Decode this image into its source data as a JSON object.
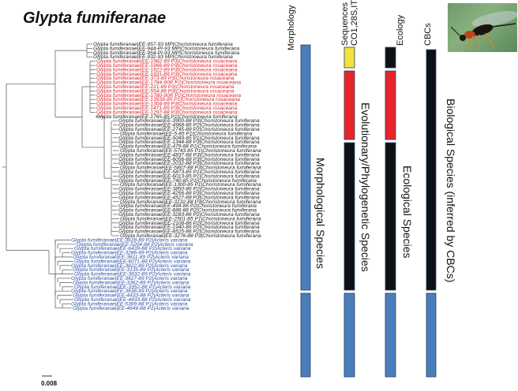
{
  "title": "Glypta fumiferanae",
  "scale_bar_label": "0.008",
  "columns": [
    {
      "key": "morphology",
      "header": "Morphology",
      "header_lines": [
        "Morphology"
      ]
    },
    {
      "key": "sequences",
      "header": "Sequences CO1,28S,ITS2",
      "header_lines": [
        "Sequences",
        "CO1,28S,ITS2"
      ]
    },
    {
      "key": "ecology",
      "header": "Ecology",
      "header_lines": [
        "Ecology"
      ]
    },
    {
      "key": "cbcs",
      "header": "CBCs",
      "header_lines": [
        "CBCs"
      ]
    }
  ],
  "column_labels": {
    "morphology": "Morphological Species",
    "sequences": "Evolutionary/Phylogenetic Species",
    "ecology": "Ecological Species",
    "cbcs": "Biological Species (inferred by CBCs)"
  },
  "colors": {
    "black_label": "#222222",
    "red_label": "#d8232a",
    "blue_label": "#2b4fa0",
    "bar_blue": "#4a7ebb",
    "bar_yellow": "#f2e23c",
    "bar_red": "#e8242a",
    "bar_black": "#0d1116",
    "bar_outline": "#2b3f60"
  },
  "photo": {
    "subject": "wasp-photo"
  },
  "tree": {
    "groups": [
      {
        "name": "fumiferana-top",
        "color": "black",
        "labels": [
          "Glypta fumiferanae|EE-957-93 MP|Choristoneura fumiferana",
          "Glypta fumiferanae|EE-944-PI-93 MP|Choristoneura fumiferana",
          "Glypta fumiferanae|EE-954-PI-93 MP|Choristoneura fumiferana",
          "Glypta fumiferanae|EE-932-93 MP|Choristoneura fumiferana"
        ]
      },
      {
        "name": "rosaceana",
        "color": "red",
        "labels": [
          "Glypta fumiferanae|EE-1982-89 P3|Choristoneura rosaceana",
          "Glypta fumiferanae|EE-1966-89 P3|Choristoneura rosaceana",
          "Glypta fumiferanae|EE-1922-89 P3|Choristoneura rosaceana",
          "Glypta fumiferanae|EE-1931-89 P3|Choristoneura rosaceana",
          "Glypta fumiferanae|EE-373-89 P3|Choristoneura rosaceana",
          "Glypta fumiferanae|EE-1784-90R P2|Choristoneura rosaceana",
          "Glypta fumiferanae|EE-221-89 P3|Choristoneura rosaceana",
          "Glypta fumiferanae|EE-554-88 P3|Choristoneura rosaceana",
          "Glypta fumiferanae|EE-1780-90R P2|Choristoneura rosaceana",
          "Glypta fumiferanae|EE-13938-85 P1|Choristoneura rosaceana",
          "Glypta fumiferanae|EE-1304-89 P3|Choristoneura rosaceana",
          "Glypta fumiferanae|EE-1471-89 P3|Choristoneura rosaceana",
          "Glypta fumiferanae|EE-1297-88 P3|Choristoneura rosaceana"
        ]
      },
      {
        "name": "fumiferana-main",
        "color": "black",
        "labels": [
          "Glypta fumiferanae|EE-1765-85 P1|Choristoneura fumiferana",
          "Glypta fumiferanae|EE-3900-88 P3|Choristoneura fumiferana",
          "Glypta fumiferanae|EE-4968-86 P2|Choristoneura fumiferana",
          "Glypta fumiferanae|EE-2745-88 P2|Choristoneura fumiferana",
          "Glypta fumiferanae|EE-5-85 P1|Choristoneura fumiferana",
          "Glypta fumiferanae|EE-5049-85 P1|Choristoneura fumiferana",
          "Glypta fumiferanae|EE-1344-88 P3|Choristoneura fumiferana",
          "Glypta fumiferanae|EE-479-88 P1|Choristoneura fumiferana",
          "Glypta fumiferanae|EE-5743-85 P1|Choristoneura fumiferana",
          "Glypta fumiferanae|EE-4837-88 P3|Choristoneura fumiferana",
          "Glypta fumiferanae|EE-6056-88 P3|Choristoneura fumiferana",
          "Glypta fumiferanae|EE-2032-88 P3|Choristoneura fumiferana",
          "Glypta fumiferanae|EE-5807-88 P3|Choristoneura fumiferana",
          "Glypta fumiferanae|EE-5873-85 P1|Choristoneura fumiferana",
          "Glypta fumiferanae|EE-6013-85 P1|Choristoneura fumiferana",
          "Glypta fumiferanae|EE-740-85 P1|Choristoneura fumiferana",
          "Glypta fumiferanae|EE-1300-85 P1|Choristoneura fumiferana",
          "Glypta fumiferanae|EE-3850-86 P2|Choristoneura fumiferana",
          "Glypta fumiferanae|EE-4256-88 P3|Choristoneura fumiferana",
          "Glypta fumiferanae|EE-4527-88 P3|Choristoneura fumiferana",
          "Glypta fumiferanae|EE-3132-88 P3|Choristoneura fumiferana",
          "Glypta fumiferanae|EE-494-86 P2|Choristoneura fumiferana",
          "Glypta fumiferanae|EE-886-86 P2|Choristoneura fumiferana",
          "Glypta fumiferanae|EE-3283-86 P2|Choristoneura fumiferana",
          "Glypta fumiferanae|EE-2501-85 P1|Choristoneura fumiferana",
          "Glypta fumiferanae|EE-2108-86 P2|Choristoneura fumiferana",
          "Glypta fumiferanae|EE-1940-86 P2|Choristoneura fumiferana",
          "Glypta fumiferanae|EE-8525-86 P2|Choristoneura fumiferana",
          "Glypta fumiferanae|EE-3276-88 P3|Choristoneura fumiferana"
        ]
      },
      {
        "name": "variana",
        "color": "blue",
        "labels": [
          "Glypta fumiferanae|EE-3628-89 P2|Acleris variana",
          "Glypta fumiferanae|EE-5204-88 P2|Acleris variana",
          "Glypta fumiferanae|EE-6439-88 P2|Acleris variana",
          "Glypta fumiferanae|EE-3286-89 P2|Acleris variana",
          "Glypta fumiferanae|EE-3611-89 P2|Acleris variana",
          "Glypta fumiferanae|EE-6071-88 P2|Acleris variana",
          "Glypta fumiferanae|EE-3622-89 P2|Acleris variana",
          "Glypta fumiferanae|EE-3135-89 P2|Acleris variana",
          "Glypta fumiferanae|EE-3632-89 P2|Acleris variana",
          "Glypta fumiferanae|EE-3627-89 P2|Acleris variana",
          "Glypta fumiferanae|EE-3362-89 P2|Acleris variana",
          "Glypta fumiferanae|EE-3352-88 P1|Acleris variana",
          "Glypta fumiferanae|EE-3638-89 P2|Acleris variana",
          "Glypta fumiferanae|EE-4433-88 P2|Acleris variana",
          "Glypta fumiferanae|EE-4433-88 P2|Acleris variana",
          "Glypta fumiferanae|EE-5399-88 P1|Acleris variana",
          "Glypta fumiferanae|EE-4649-88 P1|Acleris variana"
        ]
      }
    ]
  }
}
